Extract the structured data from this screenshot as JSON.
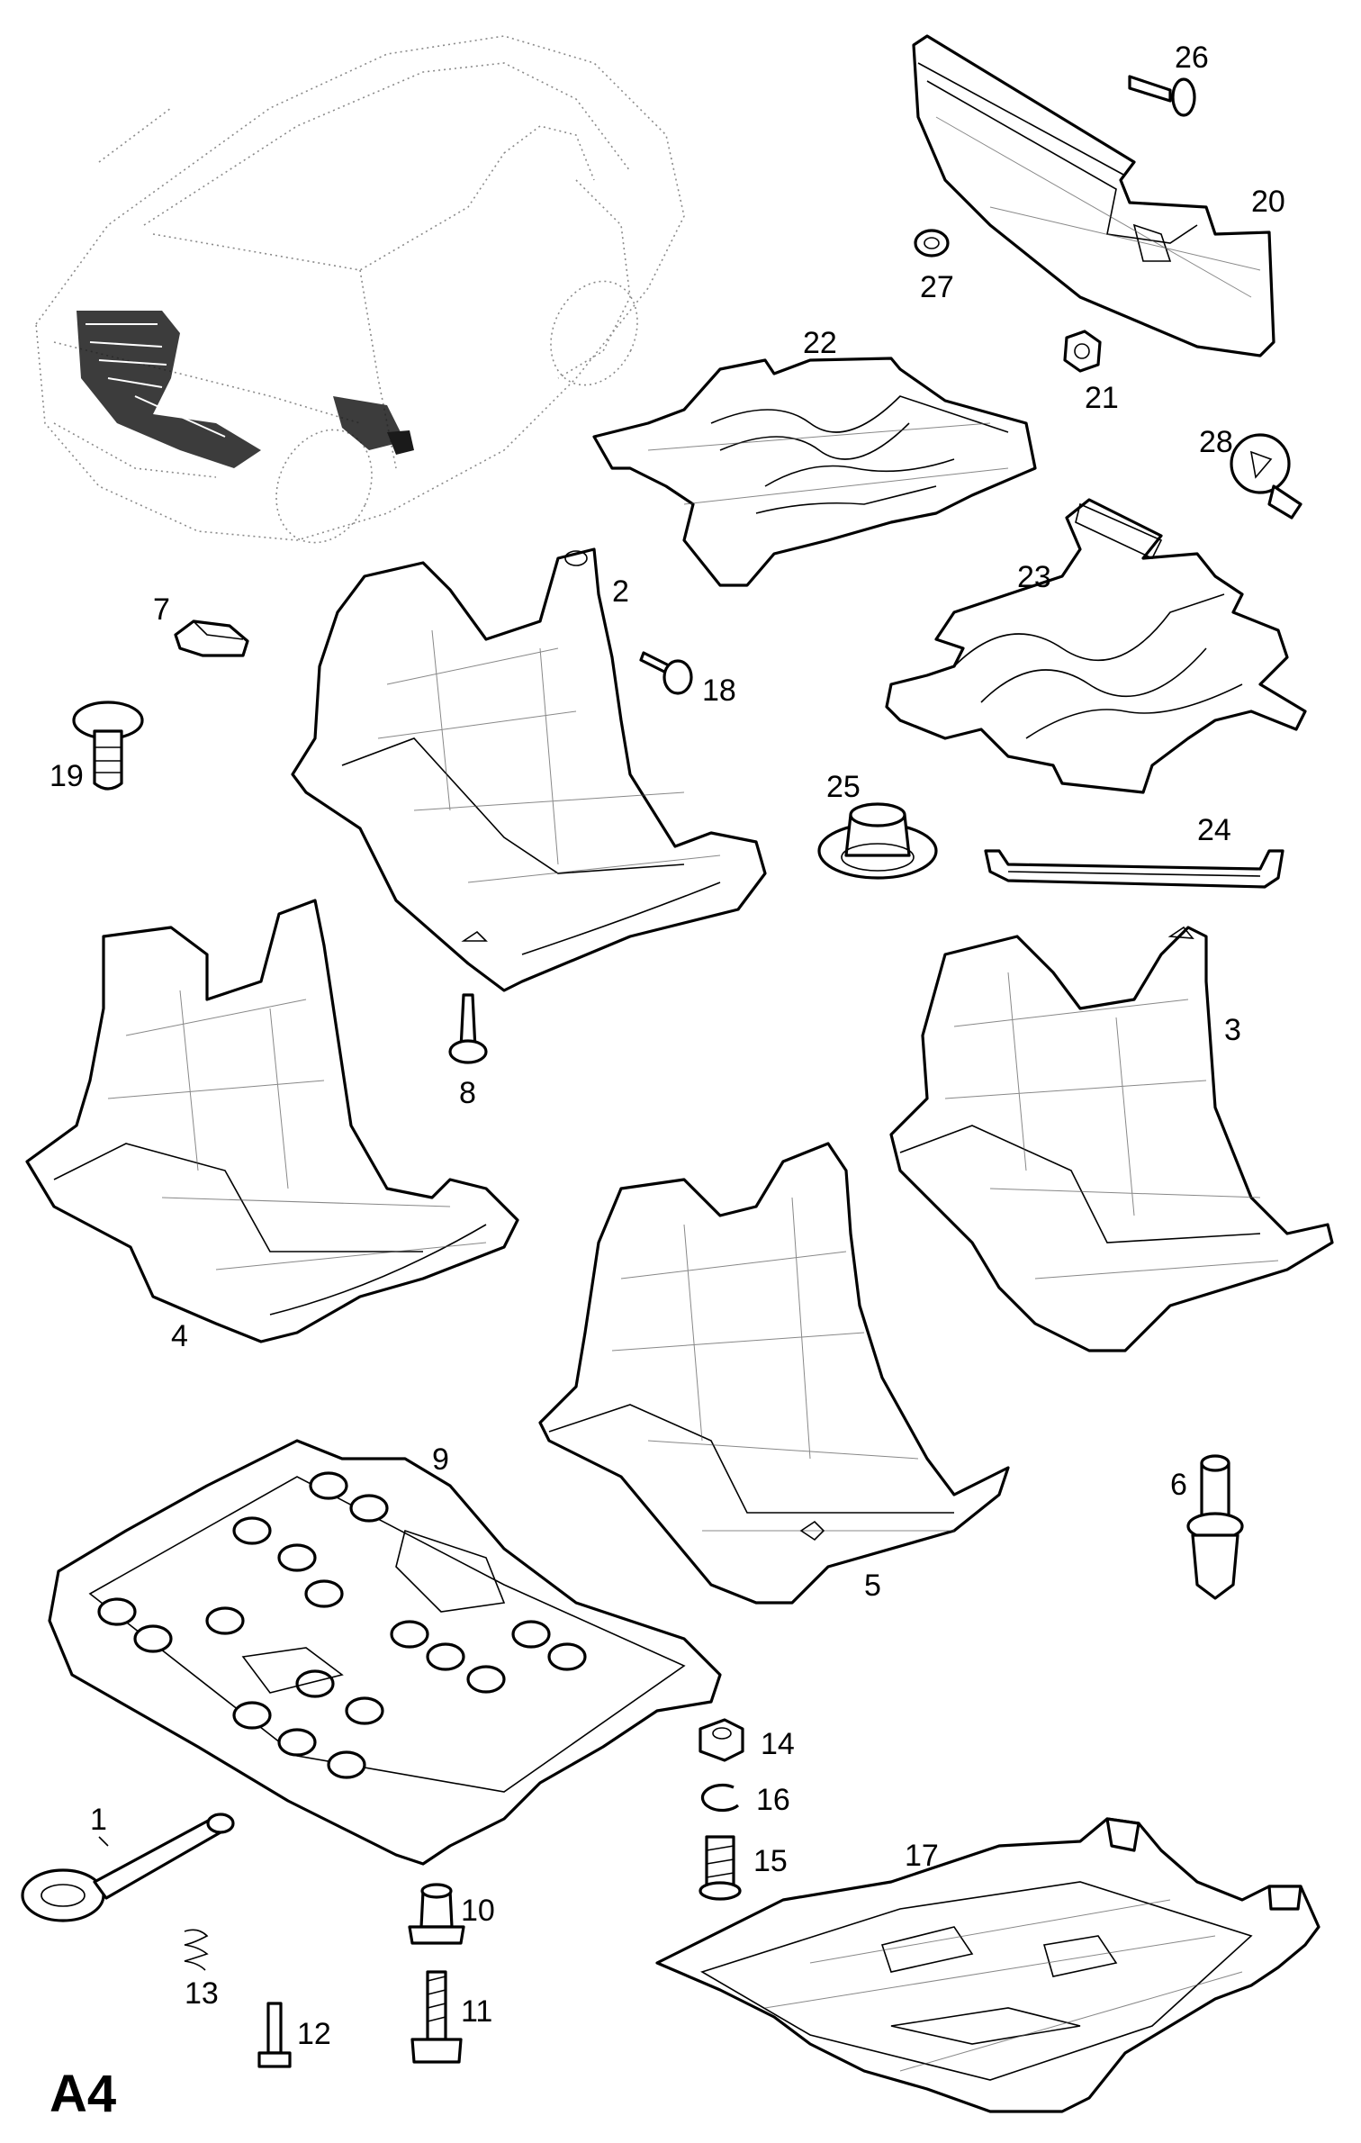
{
  "diagram_code": "A4",
  "callouts": {
    "c1": "1",
    "c2": "2",
    "c3": "3",
    "c4": "4",
    "c5": "5",
    "c6": "6",
    "c7": "7",
    "c8": "8",
    "c9": "9",
    "c10": "10",
    "c11": "11",
    "c12": "12",
    "c13": "13",
    "c14": "14",
    "c15": "15",
    "c16": "16",
    "c17": "17",
    "c18": "18",
    "c19": "19",
    "c20": "20",
    "c21": "21",
    "c22": "22",
    "c23": "23",
    "c24": "24",
    "c25": "25",
    "c26": "26",
    "c27": "27",
    "c28": "28"
  }
}
